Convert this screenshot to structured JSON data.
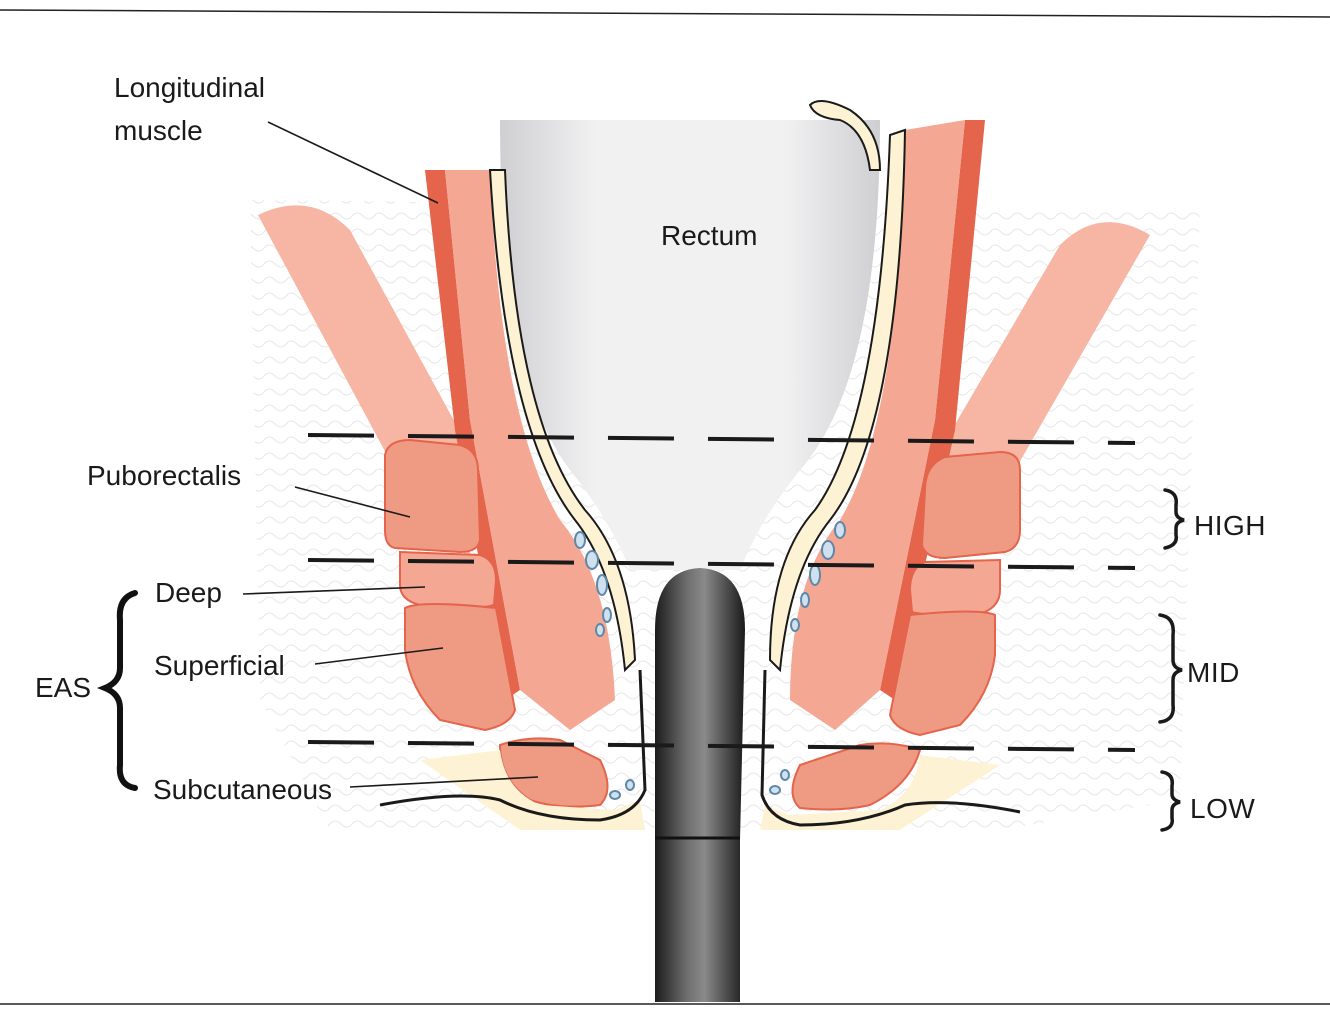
{
  "labels": {
    "longitudinal_line1": "Longitudinal",
    "longitudinal_line2": "muscle",
    "rectum": "Rectum",
    "puborectalis": "Puborectalis",
    "deep": "Deep",
    "superficial": "Superficial",
    "subcutaneus": "Subcutaneous",
    "eas": "EAS"
  },
  "zones": {
    "high": "HIGH",
    "mid": "MID",
    "low": "LOW"
  },
  "colors": {
    "muscle_light": "#f7b5a3",
    "muscle_mid": "#ef9a83",
    "muscle_dark": "#e4644c",
    "fat": "#fdf3d4",
    "probe": "#3a3a3a",
    "vessel": "#5f88a8"
  }
}
